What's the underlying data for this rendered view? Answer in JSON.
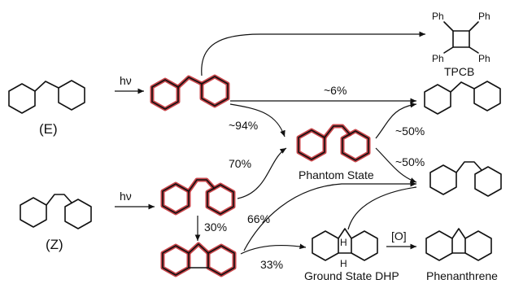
{
  "labels": {
    "hv_top": "hν",
    "hv_bottom": "hν",
    "e_isomer": "(E)",
    "z_isomer": "(Z)",
    "pct_6": "~6%",
    "pct_94": "~94%",
    "pct_70": "70%",
    "pct_30": "30%",
    "pct_66": "66%",
    "pct_33": "33%",
    "pct_50_top": "~50%",
    "pct_50_bottom": "~50%",
    "phantom_state": "Phantom State",
    "ground_state_dhp": "Ground State DHP",
    "phenanthrene": "Phenanthrene",
    "oxidation": "[O]",
    "tpcb": "TPCB",
    "ph": "Ph"
  },
  "colors": {
    "ink": "#111111",
    "excited_highlight": "#c0262c"
  }
}
